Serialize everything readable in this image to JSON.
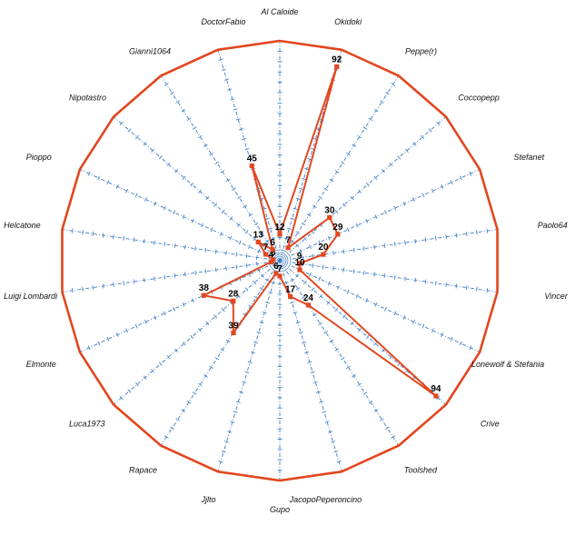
{
  "colors": {
    "series": "#e2471f",
    "frame": "#e2471f",
    "spokes": "#3b7cc4",
    "label_text": "#111111"
  },
  "chart_data": {
    "type": "radar",
    "categories": [
      "Al Caloide",
      "Okidoki",
      "Peppe(r)",
      "Coccopepp",
      "Stefanet",
      "Paolo64",
      "Vincer",
      "Lonewolf & Stefania",
      "Crive",
      "Toolshed",
      "JacopoPeperoncino",
      "Gupo",
      "Jjlto",
      "Rapace",
      "Luca1973",
      "Elmonte",
      "Luigi Lombardi",
      "Helcatone",
      "Pioppo",
      "Nipotastro",
      "Gianni1064",
      "DoctorFabio"
    ],
    "series": [
      {
        "values": [
          12,
          92,
          7,
          30,
          29,
          20,
          9,
          10,
          94,
          24,
          17,
          7,
          6,
          39,
          28,
          38,
          4,
          3,
          7,
          13,
          6,
          45
        ]
      }
    ],
    "rlim": [
      0,
      100
    ],
    "grid": true,
    "legend": "none",
    "title": ""
  }
}
